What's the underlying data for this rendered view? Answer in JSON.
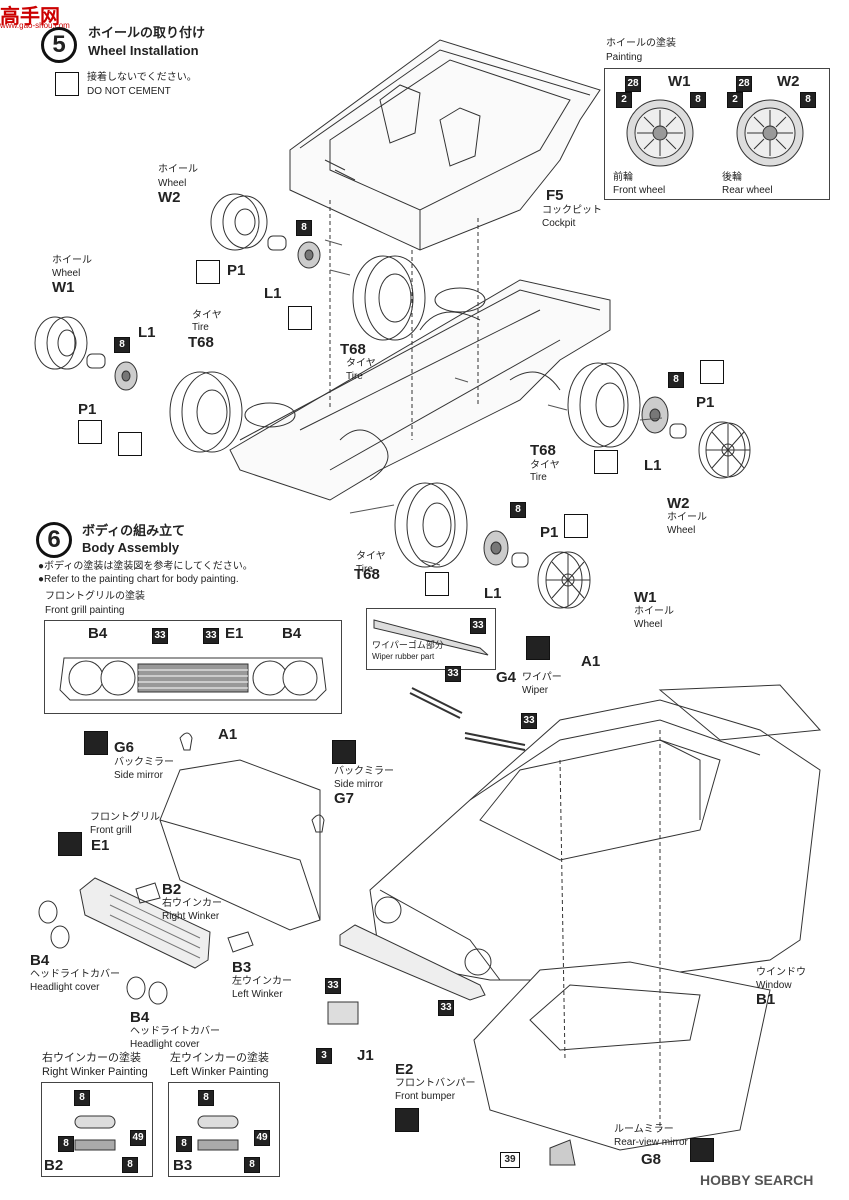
{
  "watermark": {
    "top": "高手网",
    "url": "www.gao-shou.com",
    "bottom_brand": "HOBBY SEARCH"
  },
  "step5": {
    "number": "5",
    "title_jp": "ホイールの取り付け",
    "title_en": "Wheel Installation",
    "note_jp": "接着しないでください。",
    "note_en": "DO NOT CEMENT",
    "painting": {
      "title_jp": "ホイールの塗装",
      "title_en": "Painting",
      "front": {
        "part": "W1",
        "c1": "28",
        "c2": "2",
        "c3": "8",
        "label_jp": "前輪",
        "label_en": "Front wheel"
      },
      "rear": {
        "part": "W2",
        "c1": "28",
        "c2": "2",
        "c3": "8",
        "label_jp": "後輪",
        "label_en": "Rear wheel"
      }
    },
    "w2_top": {
      "jp": "ホイール",
      "en": "Wheel",
      "part": "W2"
    },
    "p1_top": "P1",
    "l1_top": "L1",
    "badge8_top": "8",
    "f5": {
      "part": "F5",
      "jp": "コックピット",
      "en": "Cockpit"
    },
    "w1_left": {
      "jp": "ホイール",
      "en": "Wheel",
      "part": "W1"
    },
    "badge8_left": "8",
    "l1_left": "L1",
    "p1_left": "P1",
    "t68_left": {
      "jp": "タイヤ",
      "en": "Tire",
      "part": "T68"
    },
    "t68_mid": {
      "part": "T68",
      "jp": "タイヤ",
      "en": "Tire"
    },
    "badge8_right": "8",
    "p1_right": "P1",
    "t68_right": {
      "part": "T68",
      "jp": "タイヤ",
      "en": "Tire"
    },
    "l1_right": "L1",
    "w2_right": {
      "part": "W2",
      "jp": "ホイール",
      "en": "Wheel"
    },
    "badge8_lower": "8",
    "p1_lower": "P1",
    "t68_lower": {
      "jp": "タイヤ",
      "en": "Tire",
      "part": "T68"
    },
    "l1_lower": "L1",
    "w1_lower": {
      "part": "W1",
      "jp": "ホイール",
      "en": "Wheel"
    }
  },
  "step6": {
    "number": "6",
    "title_jp": "ボディの組み立て",
    "title_en": "Body Assembly",
    "note1": "●ボディの塗装は塗装図を参考にしてください。",
    "note2": "●Refer to the painting chart for body painting.",
    "grill": {
      "title_jp": "フロントグリルの塗装",
      "title_en": "Front grill painting",
      "b4a": "B4",
      "c33a": "33",
      "c33b": "33",
      "e1": "E1",
      "b4b": "B4"
    },
    "wiper_detail": {
      "c33": "33",
      "jp": "ワイパーゴム部分",
      "en": "Wiper rubber part"
    },
    "g4": {
      "c33": "33",
      "part": "G4",
      "jp": "ワイパー",
      "en": "Wiper",
      "c33b": "33"
    },
    "a1_right": "A1",
    "g6": {
      "part": "G6",
      "jp": "バックミラー",
      "en": "Side mirror"
    },
    "a1_left": "A1",
    "g7": {
      "jp": "バックミラー",
      "en": "Side mirror",
      "part": "G7"
    },
    "e1": {
      "jp": "フロントグリル",
      "en": "Front grill",
      "part": "E1"
    },
    "b2": {
      "part": "B2",
      "jp": "右ウインカー",
      "en": "Right Winker"
    },
    "b4a": {
      "part": "B4",
      "jp": "ヘッドライトカバー",
      "en": "Headlight cover"
    },
    "b3": {
      "part": "B3",
      "jp": "左ウインカー",
      "en": "Left Winker"
    },
    "b4b": {
      "part": "B4",
      "jp": "ヘッドライトカバー",
      "en": "Headlight cover"
    },
    "c33_plate": "33",
    "c33_bumper": "33",
    "c3": "3",
    "j1": "J1",
    "e2": {
      "part": "E2",
      "jp": "フロントバンパー",
      "en": "Front bumper"
    },
    "b1": {
      "jp": "ウインドウ",
      "en": "Window",
      "part": "B1"
    },
    "g8": {
      "jp": "ルームミラー",
      "en": "Rear-view mirror",
      "part": "G8",
      "c39": "39"
    },
    "right_winker": {
      "title_jp": "右ウインカーの塗装",
      "title_en": "Right Winker Painting",
      "c8a": "8",
      "c8b": "8",
      "c49": "49",
      "c8c": "8",
      "part": "B2"
    },
    "left_winker": {
      "title_jp": "左ウインカーの塗装",
      "title_en": "Left Winker Painting",
      "c8a": "8",
      "c8b": "8",
      "c49": "49",
      "c8c": "8",
      "part": "B3"
    }
  }
}
